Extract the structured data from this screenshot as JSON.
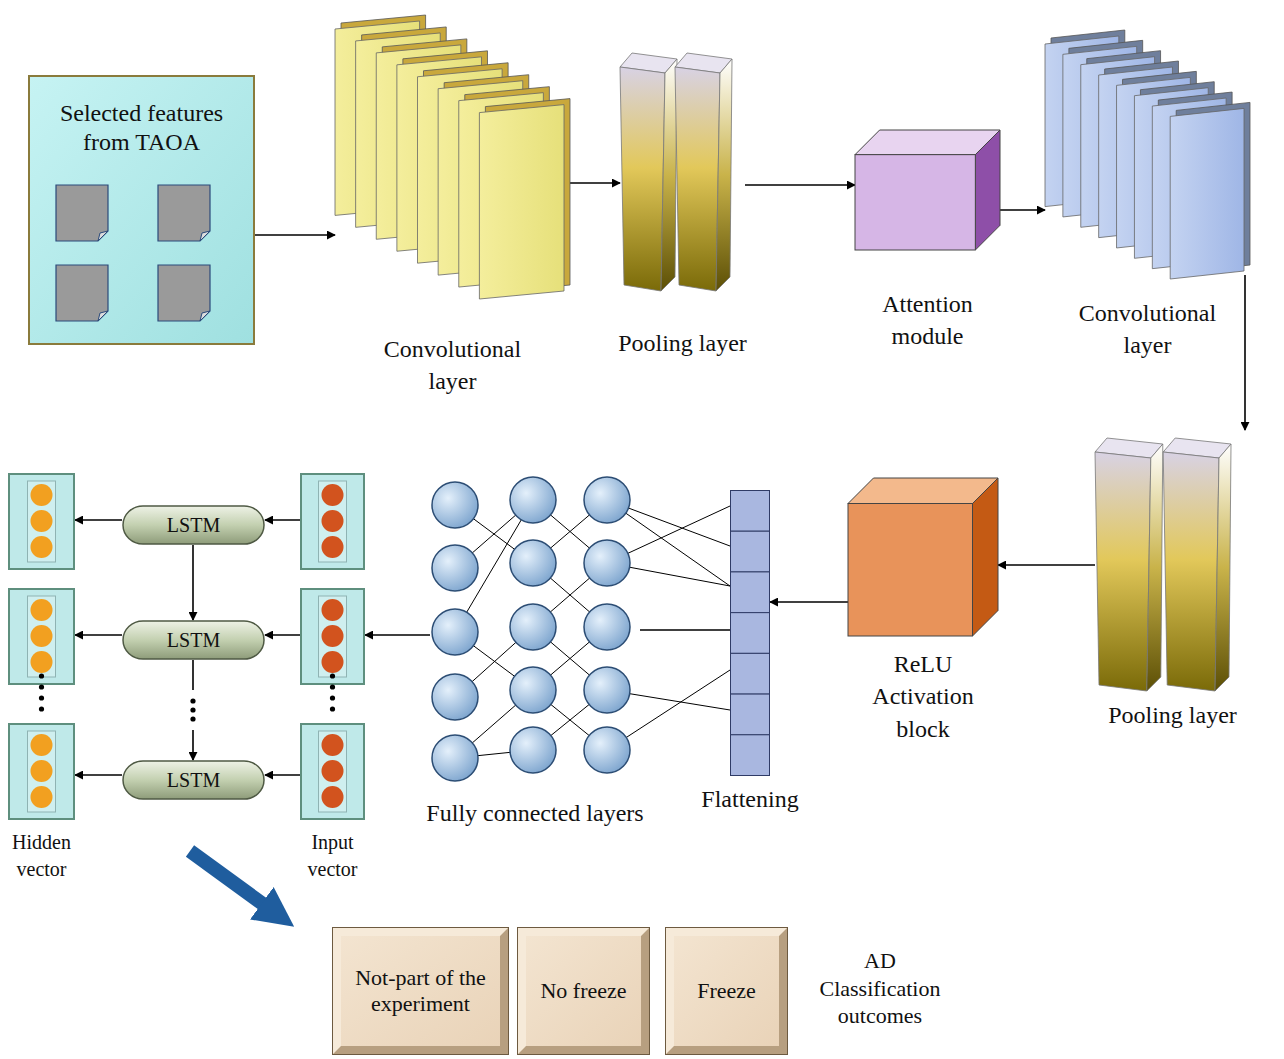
{
  "diagram": {
    "nodes": [
      {
        "text": [
          "Selected features from TAOA"
        ]
      },
      {
        "text": [
          "Convolutional layer"
        ]
      },
      {
        "text": [
          "Pooling layer"
        ]
      },
      {
        "text": [
          "Attention module"
        ]
      },
      {
        "text": [
          "Convolutional layer"
        ]
      },
      {
        "text": [
          "Pooling layer"
        ]
      },
      {
        "text": [
          "ReLU Activation block"
        ]
      },
      {
        "text": [
          "Flattening"
        ]
      },
      {
        "text": [
          "Fully connected layers"
        ]
      },
      {
        "text": [
          "Input vector"
        ]
      },
      {
        "text": [
          "LSTM"
        ]
      },
      {
        "text": [
          "LSTM"
        ]
      },
      {
        "text": [
          "LSTM"
        ]
      },
      {
        "text": [
          "Hidden vector"
        ]
      },
      {
        "text": [
          "Not-part of the experiment"
        ]
      },
      {
        "text": [
          "No freeze"
        ]
      },
      {
        "text": [
          "Freeze"
        ]
      }
    ],
    "edges": [
      {
        "from": 0,
        "to": 1,
        "arrow": "to"
      },
      {
        "from": 1,
        "to": 2,
        "arrow": "to"
      },
      {
        "from": 2,
        "to": 3,
        "arrow": "to"
      },
      {
        "from": 3,
        "to": 4,
        "arrow": "to"
      },
      {
        "from": 4,
        "to": 5,
        "arrow": "to"
      },
      {
        "from": 5,
        "to": 6,
        "arrow": "to"
      },
      {
        "from": 6,
        "to": 7,
        "arrow": "to"
      },
      {
        "from": 7,
        "to": 8,
        "arrow": "none"
      },
      {
        "from": 8,
        "to": 9,
        "arrow": "to"
      },
      {
        "from": 9,
        "to": 10,
        "arrow": "to"
      },
      {
        "from": 9,
        "to": 11,
        "arrow": "to"
      },
      {
        "from": 9,
        "to": 12,
        "arrow": "to"
      },
      {
        "from": 10,
        "to": 13,
        "arrow": "to"
      },
      {
        "from": 11,
        "to": 13,
        "arrow": "to"
      },
      {
        "from": 12,
        "to": 13,
        "arrow": "to"
      },
      {
        "from": 10,
        "to": 11,
        "arrow": "to"
      },
      {
        "from": 11,
        "to": 12,
        "arrow": "to"
      },
      {
        "from": 13,
        "to": 14,
        "arrow": "to"
      }
    ],
    "labels": [
      "AD Classification outcomes"
    ]
  }
}
